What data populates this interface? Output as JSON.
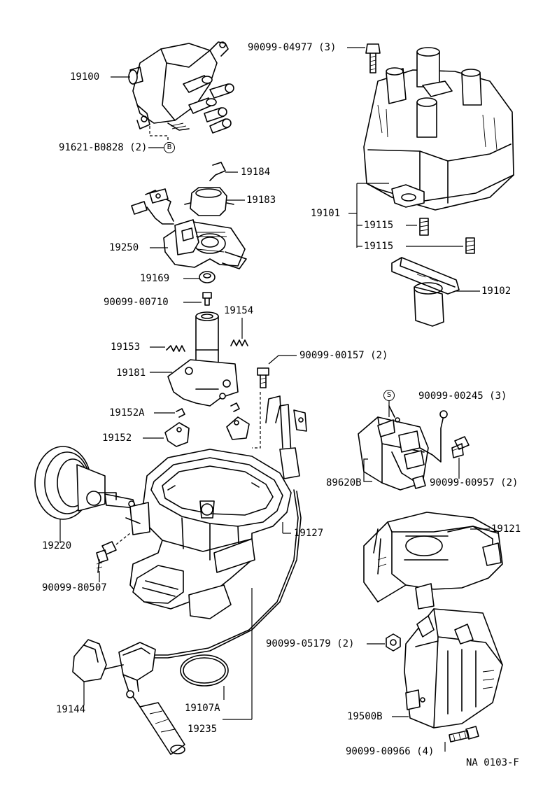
{
  "labels": {
    "p19100": "19100",
    "p91621": "91621-B0828 (2)",
    "pB": "B",
    "p90099_04977": "90099-04977 (3)",
    "p19184": "19184",
    "p19183": "19183",
    "p19250": "19250",
    "p19101": "19101",
    "p19115a": "19115",
    "p19115b": "19115",
    "p19169": "19169",
    "p90099_00710": "90099-00710",
    "p19102": "19102",
    "p19154": "19154",
    "p19153": "19153",
    "p90099_00157": "90099-00157 (2)",
    "p19181": "19181",
    "pS": "S",
    "p90099_00245": "90099-00245 (3)",
    "p19152A": "19152A",
    "p19152": "19152",
    "p89620B": "89620B",
    "p90099_00957": "90099-00957 (2)",
    "p19121": "19121",
    "p19220": "19220",
    "p19127": "19127",
    "p90099_80507": "90099-80507",
    "p90099_05179": "90099-05179 (2)",
    "p19144": "19144",
    "p19107A": "19107A",
    "p19235": "19235",
    "p19500B": "19500B",
    "p90099_00966": "90099-00966 (4)",
    "code": "NA 0103-F"
  }
}
